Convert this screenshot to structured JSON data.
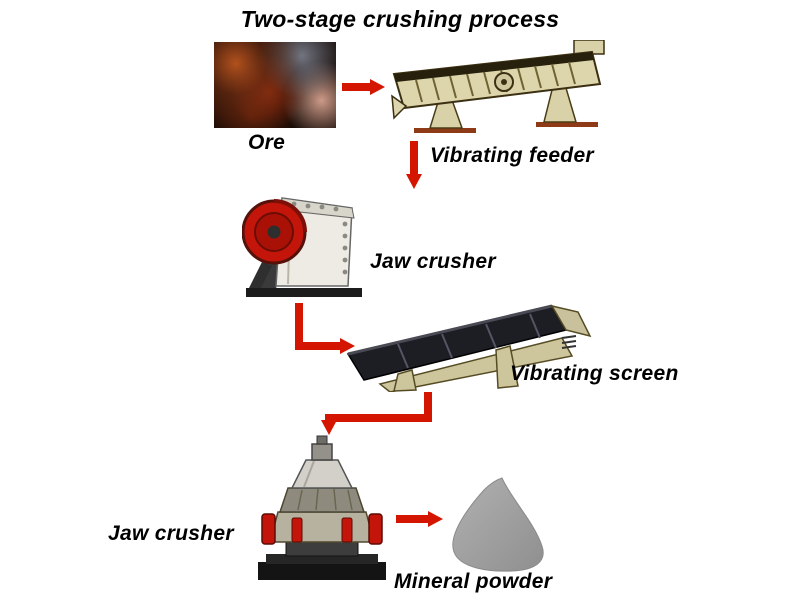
{
  "title": "Two-stage crushing process",
  "nodes": {
    "ore": {
      "label": "Ore"
    },
    "vibrating_feeder": {
      "label": "Vibrating feeder"
    },
    "jaw_crusher_1": {
      "label": "Jaw crusher"
    },
    "vibrating_screen": {
      "label": "Vibrating screen"
    },
    "jaw_crusher_2": {
      "label": "Jaw crusher"
    },
    "mineral_powder": {
      "label": "Mineral powder"
    }
  },
  "flow": [
    "Ore -> Vibrating feeder",
    "Vibrating feeder -> Jaw crusher",
    "Jaw crusher -> Vibrating screen",
    "Vibrating screen -> Jaw crusher",
    "Jaw crusher -> Mineral powder"
  ],
  "colors": {
    "background": "#ffffff",
    "arrow_red": "#d41500",
    "text_black": "#000000",
    "machine_beige": "#ddd6ac",
    "flywheel_red": "#c3150a",
    "screen_dark": "#1d1d24",
    "powder_gray": "#a3a3a3"
  }
}
